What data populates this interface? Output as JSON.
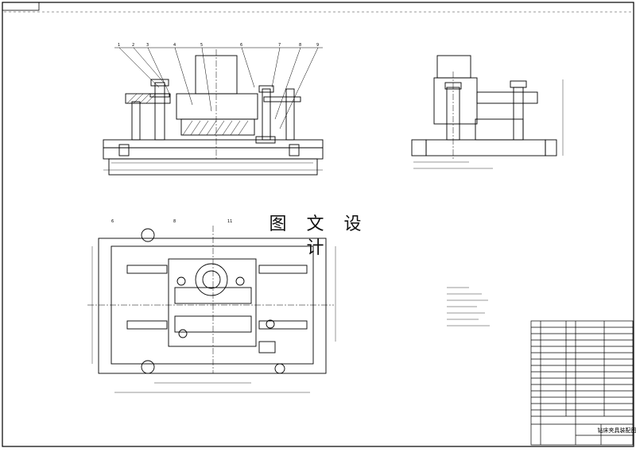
{
  "watermark": "图 文 设 计",
  "drawing": {
    "balloons_front": [
      "1",
      "2",
      "3",
      "4",
      "5",
      "6",
      "7",
      "8",
      "9"
    ],
    "balloons_plan": [
      "6",
      "8",
      "11"
    ],
    "title_block_title": "钻床夹具装配图"
  },
  "colors": {
    "line": "#000000",
    "paper": "#ffffff",
    "watermark_bg": "#ffffff"
  }
}
